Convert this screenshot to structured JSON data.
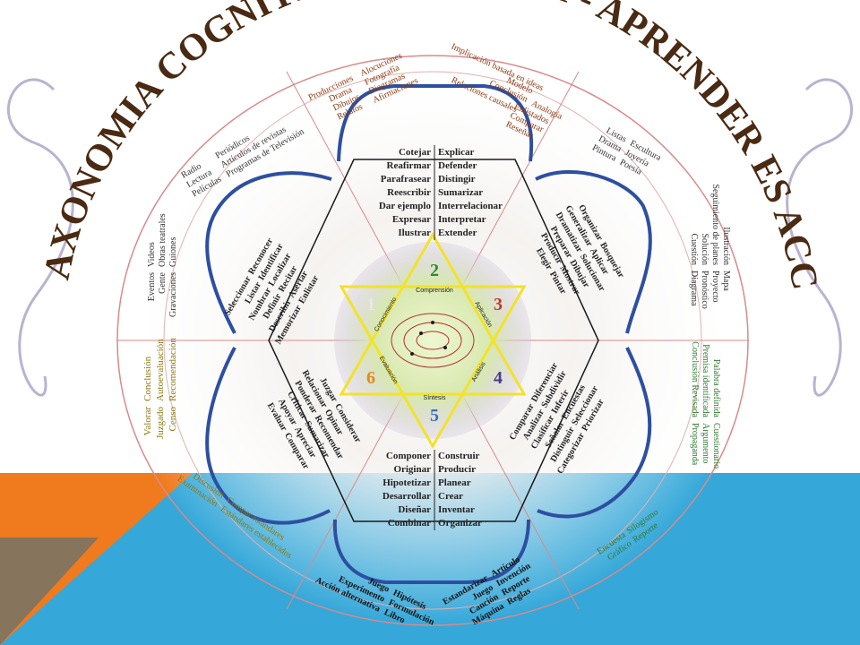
{
  "title": "LA TAXONOMIA COGNITIVA DE BLOOM - APRENDER ES ACCION",
  "colors": {
    "title": "#4a2a12",
    "blue_band": "#35a8d9",
    "orange_band": "#f07a1e",
    "star": "#f2e22a",
    "petal": "#2e4fa0",
    "text": "#222222",
    "brown": "#8a3a10",
    "green": "#2f7a2f",
    "olive": "#8a7a10",
    "red_line": "#d08080"
  },
  "levels": [
    {
      "number": "1",
      "name": "Conocimiento",
      "color": "#e9e9e9"
    },
    {
      "number": "2",
      "name": "Comprensión",
      "color": "#2f8a2f"
    },
    {
      "number": "3",
      "name": "Aplicación",
      "color": "#c0392b"
    },
    {
      "number": "4",
      "name": "Análisis",
      "color": "#4a3a8a"
    },
    {
      "number": "5",
      "name": "Síntesis",
      "color": "#3a70c0"
    },
    {
      "number": "6",
      "name": "Evaluación",
      "color": "#e08a1a"
    }
  ],
  "verbs": {
    "comprension_left": [
      "Cotejar",
      "Reafirmar",
      "Parafrasear",
      "Reescribir",
      "Dar ejemplo",
      "Expresar",
      "Ilustrar"
    ],
    "comprension_right": [
      "Explicar",
      "Defender",
      "Distingir",
      "Sumarizar",
      "Interrelacionar",
      "Interpretar",
      "Extender"
    ],
    "sintesis_left": [
      "Componer",
      "Originar",
      "Hipotetizar",
      "Desarrollar",
      "Diseñar",
      "Combinar"
    ],
    "sintesis_right": [
      "Construir",
      "Producir",
      "Planear",
      "Crear",
      "Inventar",
      "Organizar"
    ],
    "conocimiento": [
      "Reconocer",
      "Identificar",
      "Localizar",
      "Recitar",
      "Asertar",
      "Enlistar",
      "Seleccionar",
      "Listar",
      "Nombrar",
      "Definir",
      "Describir",
      "Memorizar"
    ],
    "aplicacion": [
      "Organizar",
      "Generalizar",
      "Dramatizar",
      "Preparar",
      "Producir",
      "Elegir",
      "Bosquejar",
      "Aplicar",
      "Solucionar",
      "Dibujar",
      "Mostrar",
      "Pintar"
    ],
    "analisis": [
      "Diferenciar",
      "Subdividir",
      "Inferir",
      "Encuestas",
      "Seleccionar",
      "Priorizar",
      "Comparar",
      "Analizar",
      "Clasificar",
      "Señalar",
      "Distinguir",
      "Categorizar"
    ],
    "evaluacion": [
      "Juzgar",
      "Relacionar",
      "Ponderar",
      "Criticar",
      "Apoyar",
      "Evaluar",
      "Considerar",
      "Opinar",
      "Recomendar",
      "Sumarizar",
      "Apreciar",
      "Comparar"
    ]
  },
  "products": {
    "top_left": [
      "Producciones",
      "Drama",
      "Dibujos",
      "Relatos",
      "Alocuciones",
      "Fotografía",
      "Diagramas",
      "Afirmaciones"
    ],
    "top_right": [
      "Implicación basada en ideas",
      "Relaciones causales",
      "Modelo",
      "Conclusión",
      "Analogía",
      "Enlistados",
      "Comparar",
      "Reseñas"
    ],
    "upper_left": [
      "Radio",
      "Lectura",
      "Películas",
      "Periódicos",
      "Artículos de revistas",
      "Programas de Televisión"
    ],
    "upper_right": [
      "Listas",
      "Drama",
      "Pintura",
      "Escultura",
      "Joyería",
      "Poesía"
    ],
    "left": [
      "Eventos",
      "Gente",
      "Gravaciones",
      "Videos",
      "Obras teatrales",
      "Guiones"
    ],
    "right": [
      "Ilustración",
      "Seguimiento de planes",
      "Solución",
      "Cuestión",
      "Mapa",
      "Proyecto",
      "Pronóstico",
      "Diagrama"
    ],
    "lower_left": [
      "Valorar",
      "Juzgado",
      "Censo",
      "Conclusión",
      "Autoevaluación",
      "Recomendación"
    ],
    "lower_right": [
      "Palabra definida",
      "Premisa identificada",
      "Conclusión Revisada",
      "Cuestionario",
      "Argumento",
      "Propaganda"
    ],
    "bottom_left_sm": [
      "Discusión",
      "Examinación",
      "Compar estándares",
      "Estándares establecidos"
    ],
    "bottom_right_sm": [
      "Encuesta",
      "Gráfico",
      "Silogismo",
      "Reporte"
    ],
    "bottom_left": [
      "Juego",
      "Experimento",
      "Acción alternativa",
      "Hipótesis",
      "Formulación",
      "Libro"
    ],
    "bottom_right": [
      "Estandarizar",
      "Juego",
      "Canción",
      "Máquina",
      "Artículo",
      "Invención",
      "Reporte",
      "Reglas"
    ]
  }
}
